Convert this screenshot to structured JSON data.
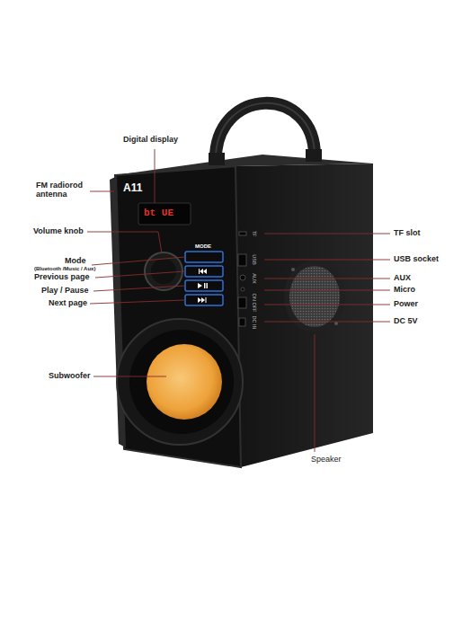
{
  "diagram": {
    "labels": [
      "Digital display",
      "FM radiorod antenna",
      "Volume knob",
      "Mode",
      "(Bluetooth /Music / Aux)",
      "Previous page",
      "Play / Pause",
      "Next page",
      "Subwoofer",
      "TF slot",
      "USB socket",
      "AUX",
      "Micro",
      "Power",
      "DC 5V",
      "Speaker",
      "A11",
      "bt UE",
      "MODE",
      "TF",
      "USB",
      "AUX",
      "ON OFF",
      "DC IN"
    ]
  }
}
